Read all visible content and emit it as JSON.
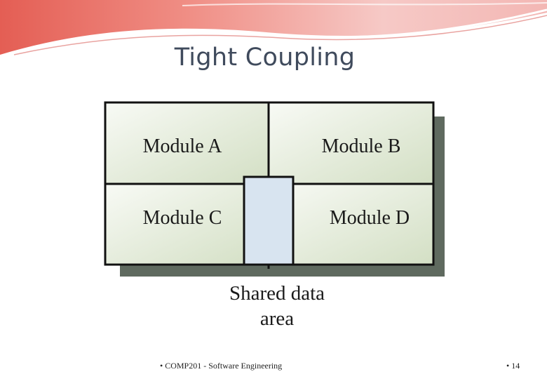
{
  "slide": {
    "title": "Tight Coupling",
    "footer": "• COMP201 - Software Engineering",
    "page_number": "• 14"
  },
  "diagram": {
    "modules": {
      "a": "Module A",
      "b": "Module B",
      "c": "Module C",
      "d": "Module D"
    },
    "shared_area": {
      "line1": "Shared data",
      "line2": "area"
    }
  },
  "colors": {
    "module_fill_light": "#f7f9f3",
    "module_fill_dark": "#d4e0c4",
    "shared_fill": "#d8e4f0",
    "shadow": "#5f6a5f",
    "banner_red": "#e86a5e",
    "banner_pink": "#f3c2c0",
    "title": "#3f4a5c"
  }
}
